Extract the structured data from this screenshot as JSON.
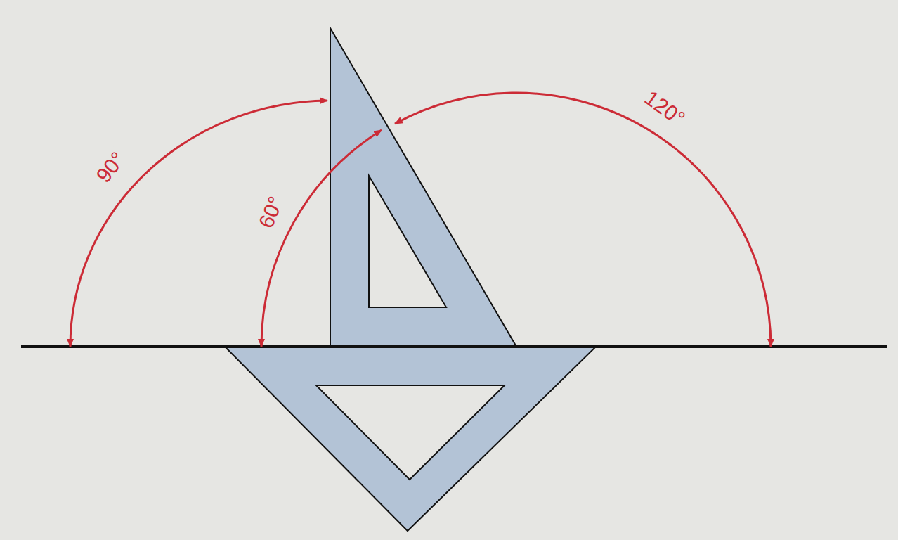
{
  "diagram": {
    "labels": [
      "90°",
      "60°",
      "120°"
    ]
  }
}
